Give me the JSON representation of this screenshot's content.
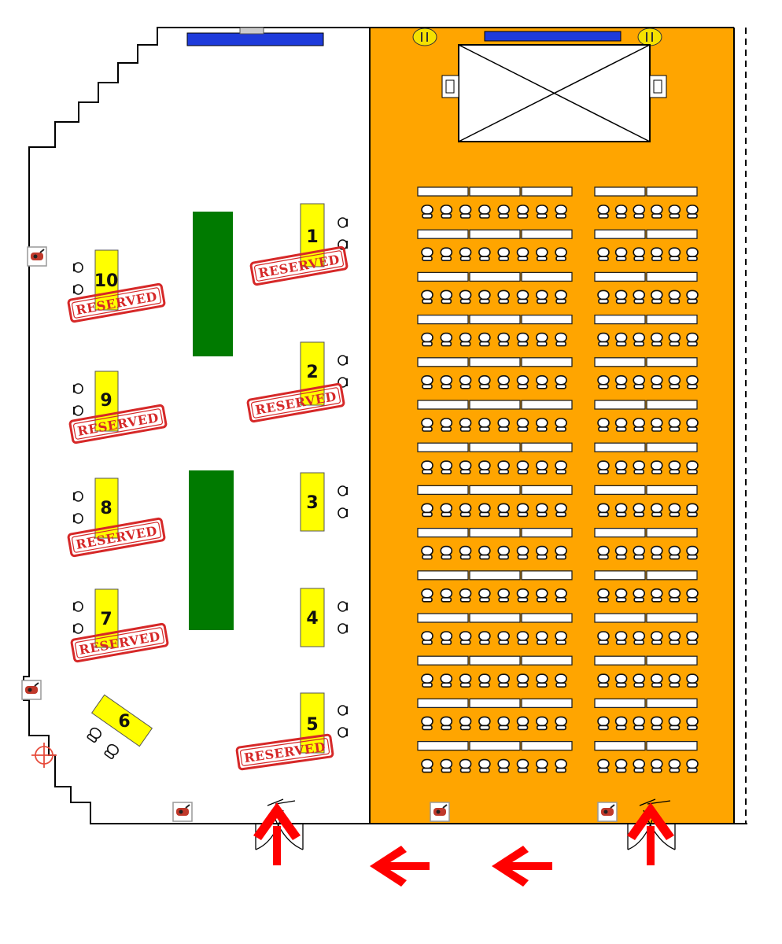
{
  "floor_plan": {
    "tables": [
      {
        "number": "1",
        "reserved": true
      },
      {
        "number": "2",
        "reserved": true
      },
      {
        "number": "3",
        "reserved": false
      },
      {
        "number": "4",
        "reserved": false
      },
      {
        "number": "5",
        "reserved": true
      },
      {
        "number": "6",
        "reserved": false
      },
      {
        "number": "7",
        "reserved": true
      },
      {
        "number": "8",
        "reserved": true
      },
      {
        "number": "9",
        "reserved": true
      },
      {
        "number": "10",
        "reserved": true
      }
    ],
    "reserved_stamp_text": "RESERVED",
    "theatre_seating": {
      "rows": 14,
      "left_block_seats_per_row": 8,
      "right_block_seats_per_row": 6
    },
    "colors": {
      "hall_floor": "#FFA500",
      "stand": "#FFFF00",
      "buffet_table": "#007A00",
      "screen": "#1E3BDB",
      "stamp": "#D62828",
      "arrow": "#FF0000",
      "wall": "#000000"
    },
    "icons": [
      "chair-icon",
      "fire-extinguisher-icon",
      "first-aid-icon",
      "speaker-icon",
      "entrance-arrow-icon",
      "direction-arrow-icon",
      "door-swing-icon"
    ]
  }
}
